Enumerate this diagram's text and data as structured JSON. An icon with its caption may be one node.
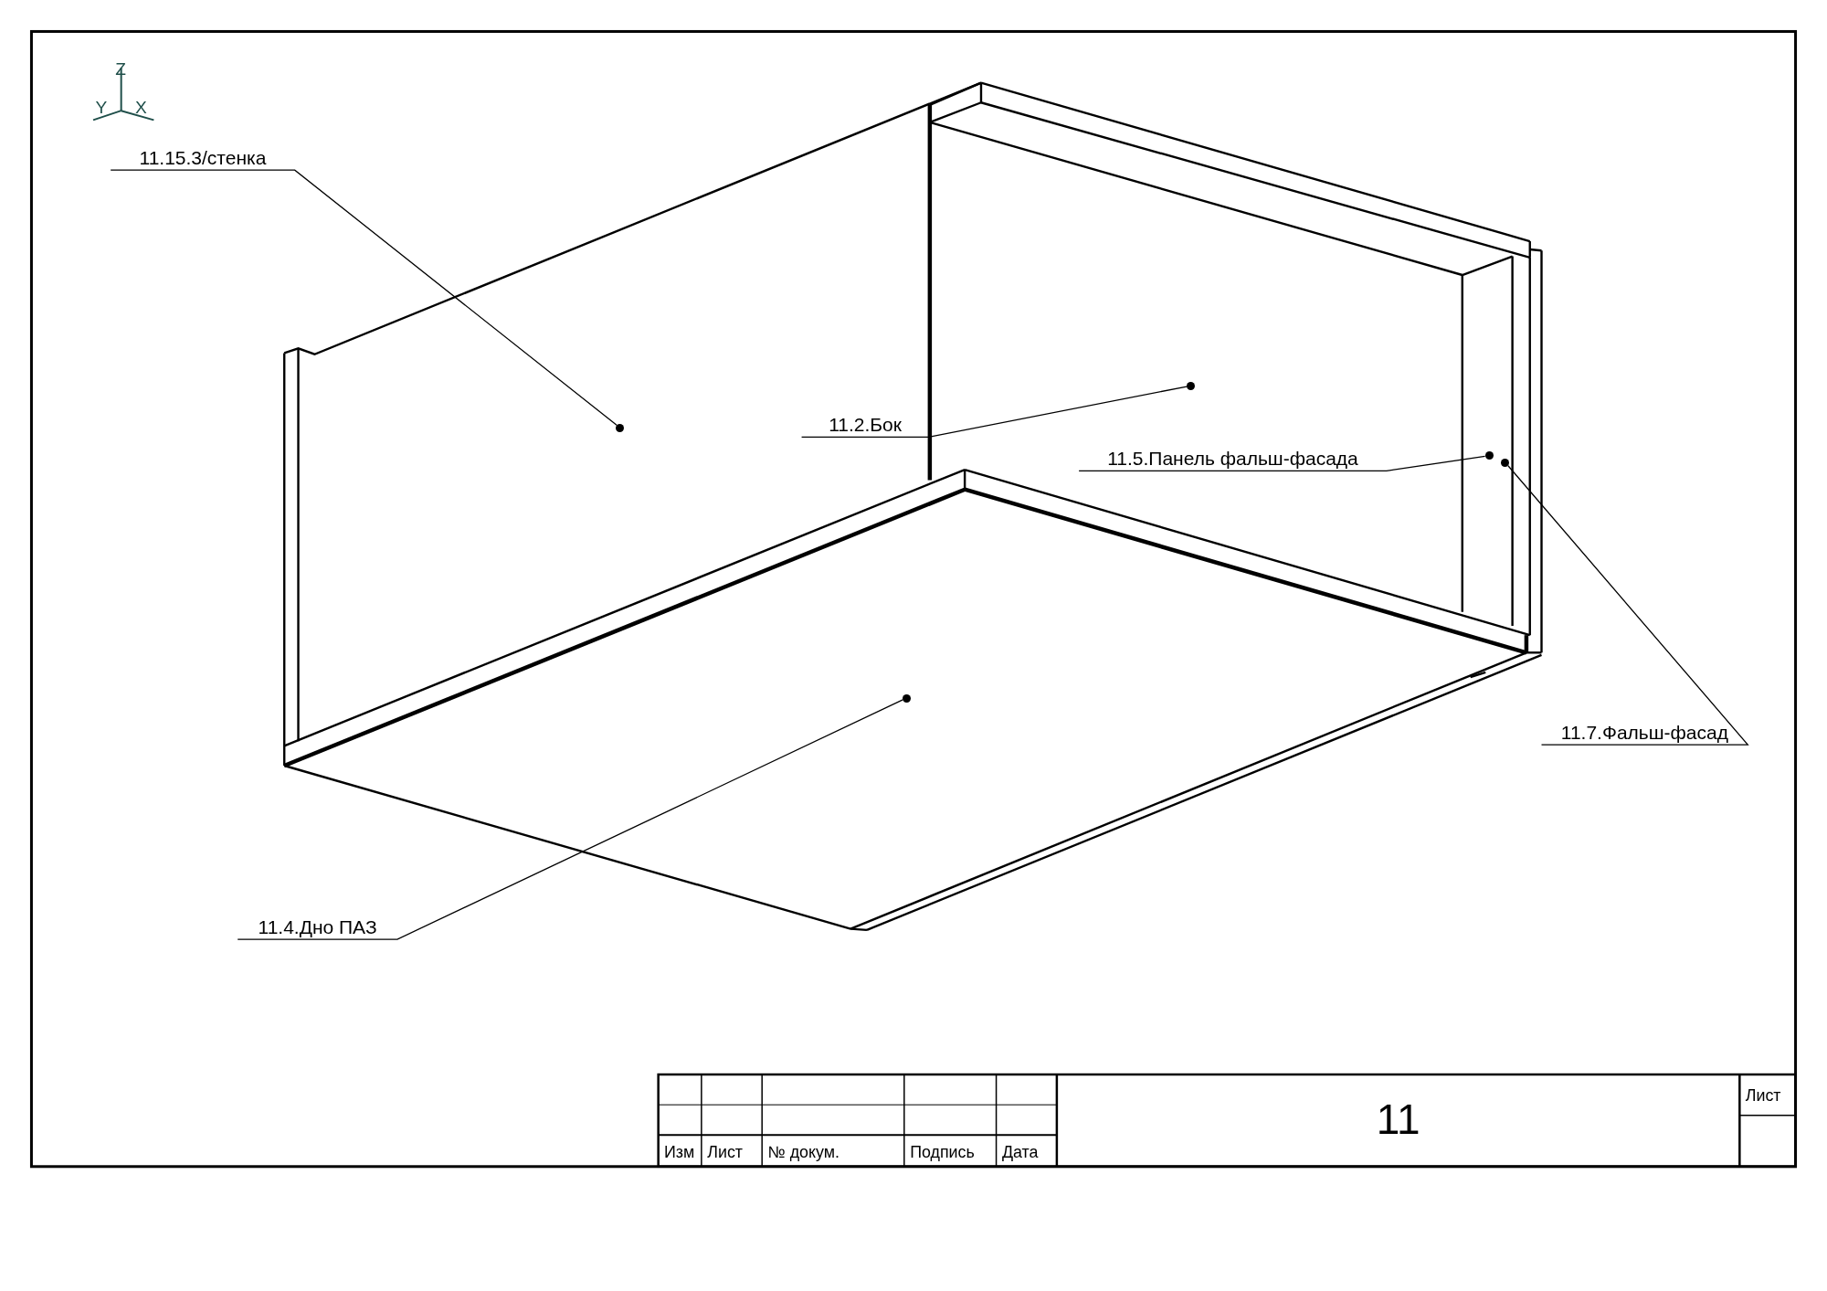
{
  "diagram": {
    "nodes": [
      {
        "text": [
          "11.15.3/стенка"
        ]
      },
      {
        "text": [
          "11.2.Бок"
        ]
      },
      {
        "text": [
          "11.5.Панель фальш-фасада"
        ]
      },
      {
        "text": [
          "11.7.Фальш-фасад"
        ]
      },
      {
        "text": [
          "11.4.Дно ПАЗ"
        ]
      },
      {
        "text": [],
        "shape": "circle"
      },
      {
        "text": [],
        "shape": "circle"
      },
      {
        "text": [],
        "shape": "circle"
      },
      {
        "text": [],
        "shape": "circle"
      },
      {
        "text": [],
        "shape": "circle"
      }
    ],
    "edges": [
      {
        "from": 0,
        "to": 5,
        "arrow": "none"
      },
      {
        "from": 1,
        "to": 6,
        "arrow": "none"
      },
      {
        "from": 2,
        "to": 7,
        "arrow": "none"
      },
      {
        "from": 3,
        "to": 8,
        "arrow": "none"
      },
      {
        "from": 4,
        "to": 9,
        "arrow": "none"
      }
    ],
    "labels": [
      "Z",
      "Y",
      "X",
      "11",
      "Лист",
      "Изм",
      "Лист",
      "№ докум.",
      "Подпись",
      "Дата"
    ]
  }
}
